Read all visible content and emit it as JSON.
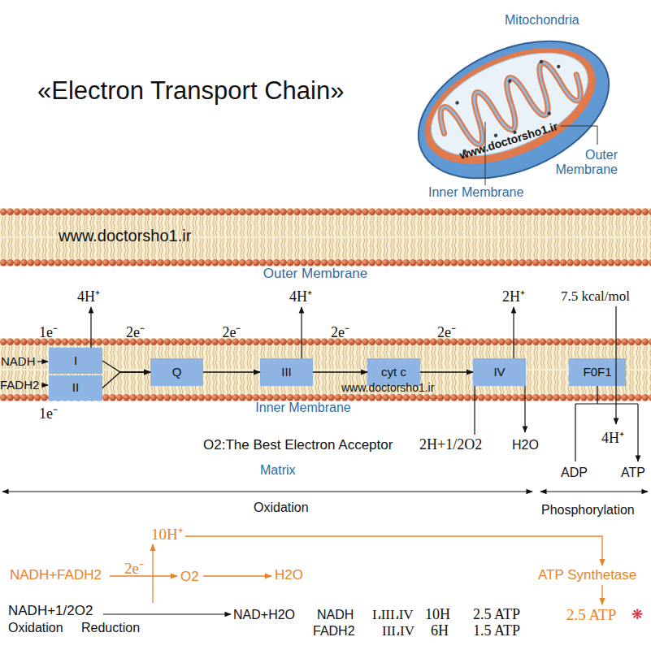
{
  "diagram": {
    "title": "«Electron Transport Chain»",
    "nodes": [
      {
        "text": [
          "www.doctorsho1.ir",
          "Outer Membrane"
        ]
      },
      {
        "text": [
          "www.doctorsho1.ir",
          "Inner Membrane"
        ]
      },
      {
        "text": [
          "I"
        ],
        "in": 1
      },
      {
        "text": [
          "II"
        ],
        "in": 1
      },
      {
        "text": [
          "Q"
        ],
        "in": 1
      },
      {
        "text": [
          "III"
        ],
        "in": 1
      },
      {
        "text": [
          "cyt c"
        ],
        "in": 1
      },
      {
        "text": [
          "IV"
        ],
        "in": 1
      },
      {
        "text": [
          "F0F1"
        ],
        "in": 1
      }
    ],
    "edges": [
      {
        "from": 2,
        "to": 4,
        "arrow": "to",
        "label": "2e⁻"
      },
      {
        "from": 3,
        "to": 4,
        "arrow": "to"
      },
      {
        "from": 4,
        "to": 5,
        "arrow": "to",
        "label": "2e⁻"
      },
      {
        "from": 5,
        "to": 6,
        "arrow": "to",
        "label": "2e⁻"
      },
      {
        "from": 6,
        "to": 7,
        "arrow": "to",
        "label": "2e⁻"
      }
    ],
    "labels": [
      "Mitochondria",
      "Outer Membrane",
      "Inner Membrane",
      "www.doctorsho1.ir",
      "NADH",
      "FADH2",
      "1e⁻",
      "1e⁻",
      "4H⁺",
      "4H⁺",
      "2H⁺",
      "7.5 kcal/mol",
      "O2:The Best Electron Acceptor",
      "2H+1/2O2",
      "H2O",
      "4H⁺",
      "ADP",
      "ATP",
      "Matrix",
      "Oxidation",
      "Phosphorylation",
      "10H⁺",
      "NADH+FADH2",
      "2e⁻",
      "O2",
      "H2O",
      "ATP Synthetase",
      "2.5 ATP",
      "❋",
      "NADH+1/2O2",
      "Oxidation",
      "Reduction",
      "NAD+H2O",
      "NADH",
      "I،III،IV",
      "10H",
      "2.5 ATP",
      "FADH2",
      "III،IV",
      "6H",
      "1.5 ATP"
    ]
  }
}
